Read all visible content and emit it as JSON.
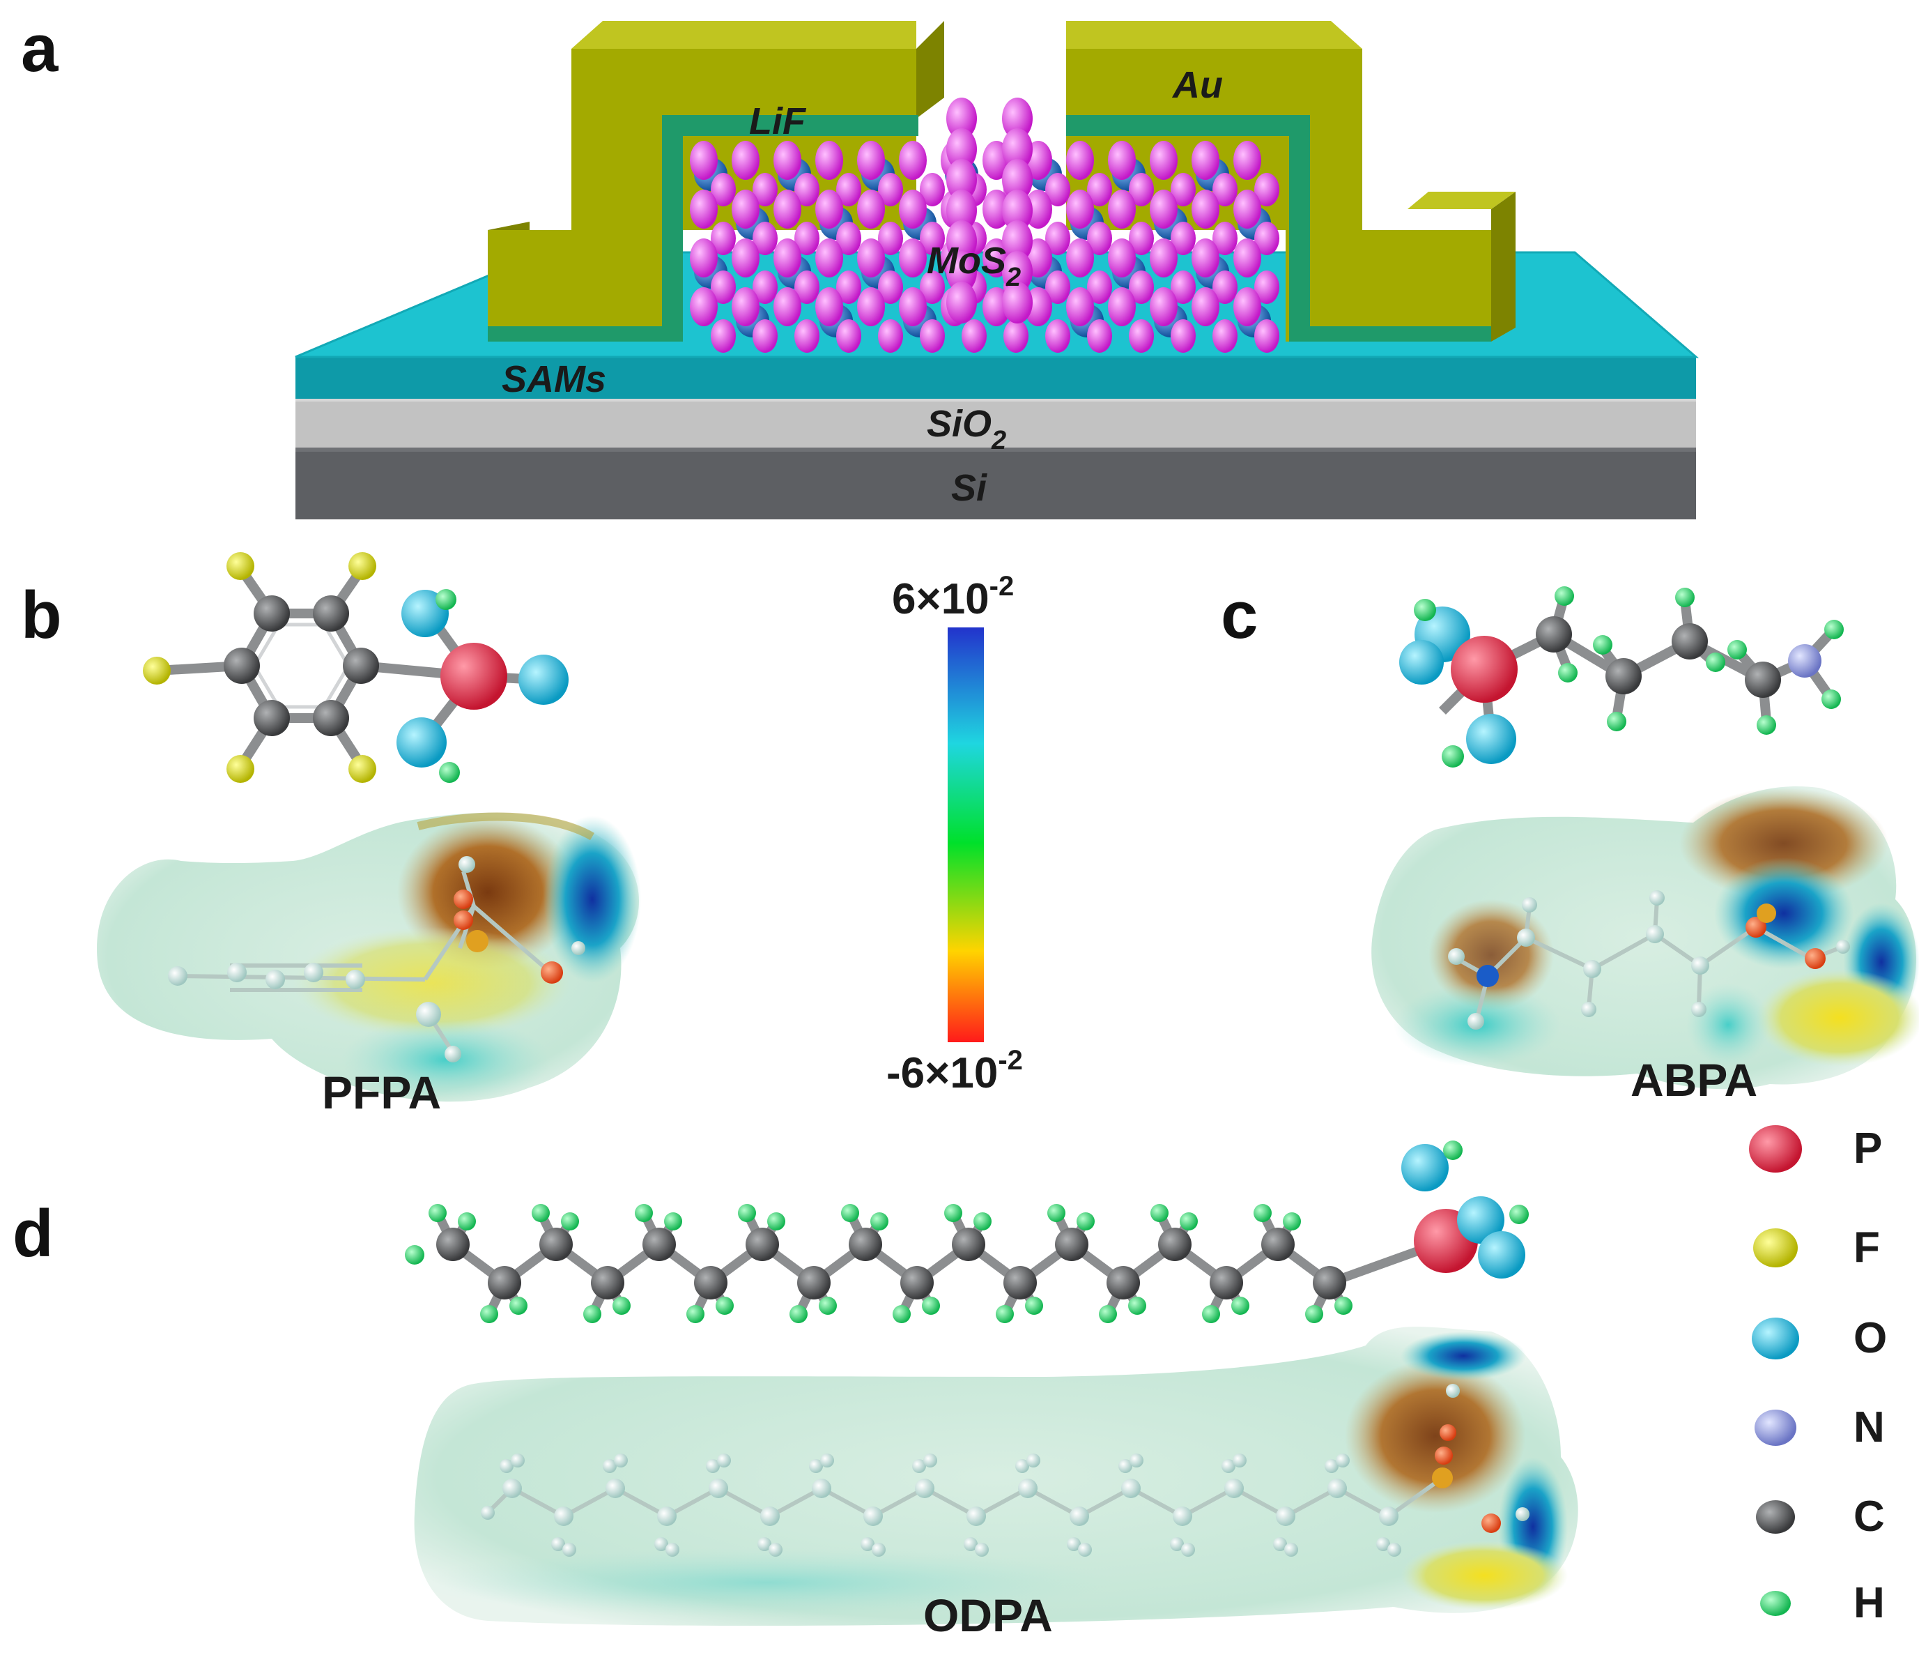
{
  "panels": {
    "a": "a",
    "b": "b",
    "c": "c",
    "d": "d"
  },
  "device": {
    "layers": {
      "lif": "LiF",
      "au": "Au",
      "mos2_base": "MoS",
      "mos2_sub": "2",
      "sams": "SAMs",
      "sio2_base": "SiO",
      "sio2_sub": "2",
      "si": "Si"
    },
    "colors": {
      "au": "#a3aa00",
      "au_dark": "#7d8300",
      "lif": "#1f9a6a",
      "sams": "#14b7c9",
      "sio2": "#c2c2c2",
      "si": "#5d5f63",
      "mo": "#1e6fbf",
      "s": "#ee3cf0"
    }
  },
  "molecules": {
    "pfpa": "PFPA",
    "abpa": "ABPA",
    "odpa": "ODPA"
  },
  "colorbar": {
    "max_base": "6×10",
    "max_exp": "-2",
    "min_base": "-6×10",
    "min_exp": "-2",
    "stops": [
      "#ff1a1a",
      "#ffe000",
      "#00e02a",
      "#1fd6e0",
      "#2233cc"
    ]
  },
  "legend": [
    {
      "label": "P",
      "color": "#e8344f"
    },
    {
      "label": "F",
      "color": "#e2e21a"
    },
    {
      "label": "O",
      "color": "#22c9ee"
    },
    {
      "label": "N",
      "color": "#9ea6e6"
    },
    {
      "label": "C",
      "color": "#5a5c5e"
    },
    {
      "label": "H",
      "color": "#2ee27a"
    }
  ]
}
